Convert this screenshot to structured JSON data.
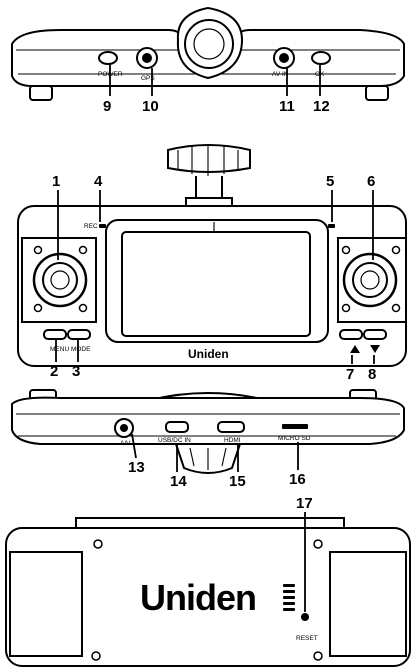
{
  "top_view": {
    "labels": {
      "power": "POWER",
      "gps": "GPS",
      "av_in": "AV IN",
      "ok": "OK"
    },
    "callouts": [
      "9",
      "10",
      "11",
      "12"
    ]
  },
  "front_view": {
    "labels": {
      "rec": "REC",
      "menu_mode": "MENU MODE",
      "brand": "Uniden"
    },
    "callouts": [
      "1",
      "4",
      "5",
      "6",
      "2",
      "3",
      "7",
      "8"
    ]
  },
  "bottom_view": {
    "labels": {
      "av": "A/V",
      "usb": "USB/DC IN",
      "hdmi": "HDMI",
      "micro_sd": "MICRO SD"
    },
    "callouts": [
      "13",
      "14",
      "15",
      "16"
    ]
  },
  "back_view": {
    "labels": {
      "brand": "Uniden",
      "reset": "RESET"
    },
    "callouts": [
      "17"
    ]
  }
}
